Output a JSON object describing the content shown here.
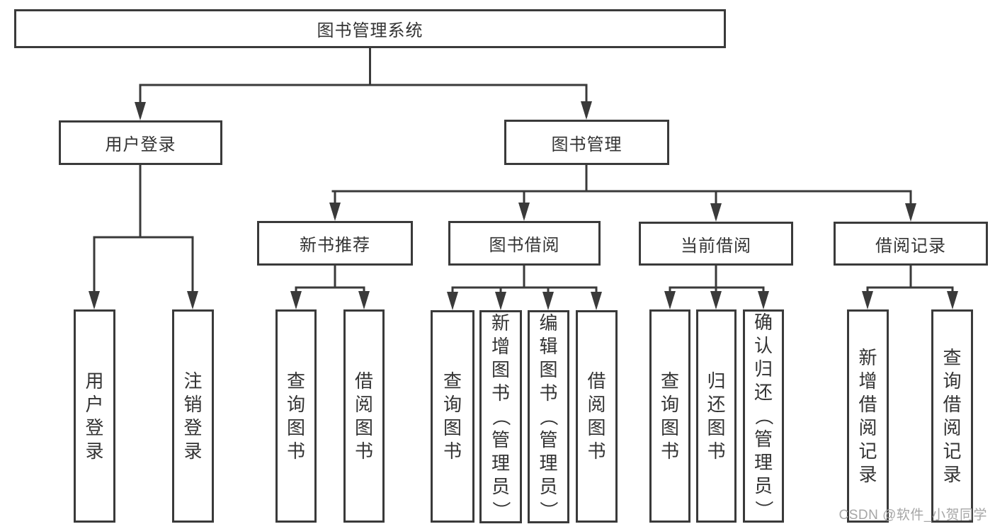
{
  "diagram": {
    "title": "图书管理系统",
    "root": {
      "label": "图书管理系统"
    },
    "level2": [
      {
        "label": "用户登录"
      },
      {
        "label": "图书管理"
      }
    ],
    "level3": [
      {
        "label": "新书推荐"
      },
      {
        "label": "图书借阅"
      },
      {
        "label": "当前借阅"
      },
      {
        "label": "借阅记录"
      }
    ],
    "leaves": {
      "user_login": [
        {
          "label": "用户登录"
        },
        {
          "label": "注销登录"
        }
      ],
      "new_book": [
        {
          "label": "查询图书"
        },
        {
          "label": "借阅图书"
        }
      ],
      "book_borrow": [
        {
          "label": "查询图书"
        },
        {
          "label": "新增图书（管理员）"
        },
        {
          "label": "编辑图书（管理员）"
        },
        {
          "label": "借阅图书"
        }
      ],
      "current_borrow": [
        {
          "label": "查询图书"
        },
        {
          "label": "归还图书"
        },
        {
          "label": "确认归还（管理员）"
        }
      ],
      "borrow_records": [
        {
          "label": "新增借阅记录"
        },
        {
          "label": "查询借阅记录"
        }
      ]
    },
    "colors": {
      "line": "#3a3a3a",
      "text": "#333333",
      "box_background": "#ffffff",
      "watermark": "#a6a6a6"
    }
  },
  "watermark": {
    "text": "CSDN @软件_小贺同学"
  }
}
